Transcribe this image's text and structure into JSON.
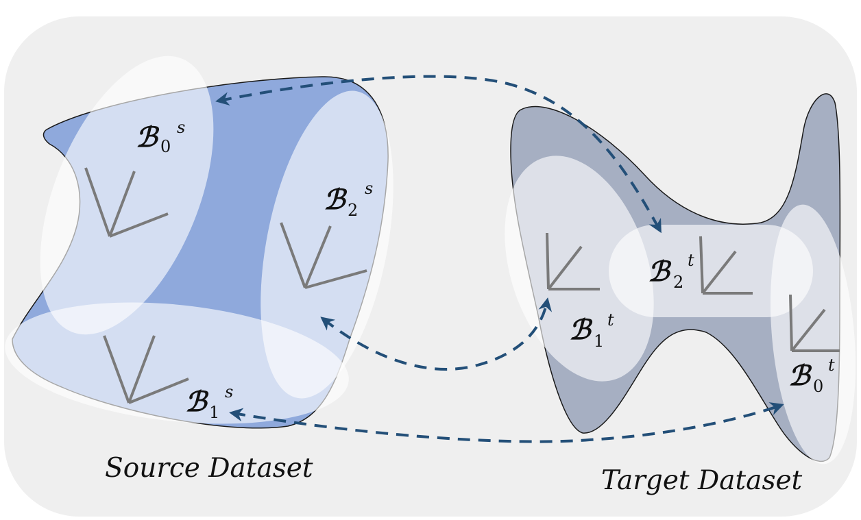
{
  "source": {
    "caption": "Source Dataset",
    "fill_color": "#8fa9dc",
    "bases": [
      {
        "letter": "ℬ",
        "sub": "0",
        "sup": "s"
      },
      {
        "letter": "ℬ",
        "sub": "1",
        "sup": "s"
      },
      {
        "letter": "ℬ",
        "sub": "2",
        "sup": "s"
      }
    ]
  },
  "target": {
    "caption": "Target Dataset",
    "fill_color": "#a6afc2",
    "bases": [
      {
        "letter": "ℬ",
        "sub": "0",
        "sup": "t"
      },
      {
        "letter": "ℬ",
        "sub": "1",
        "sup": "t"
      },
      {
        "letter": "ℬ",
        "sub": "2",
        "sup": "t"
      }
    ]
  },
  "colors": {
    "background_panel": "#efefef",
    "arrow": "#234f78",
    "axis_frame": "#7a7a7a",
    "highlight_blob": "#ffffff"
  },
  "correspondences": [
    {
      "from": "source.B0",
      "to": "target.B2"
    },
    {
      "from": "source.B1",
      "to": "target.B0"
    },
    {
      "from": "source.B2",
      "to": "target.B1"
    }
  ]
}
